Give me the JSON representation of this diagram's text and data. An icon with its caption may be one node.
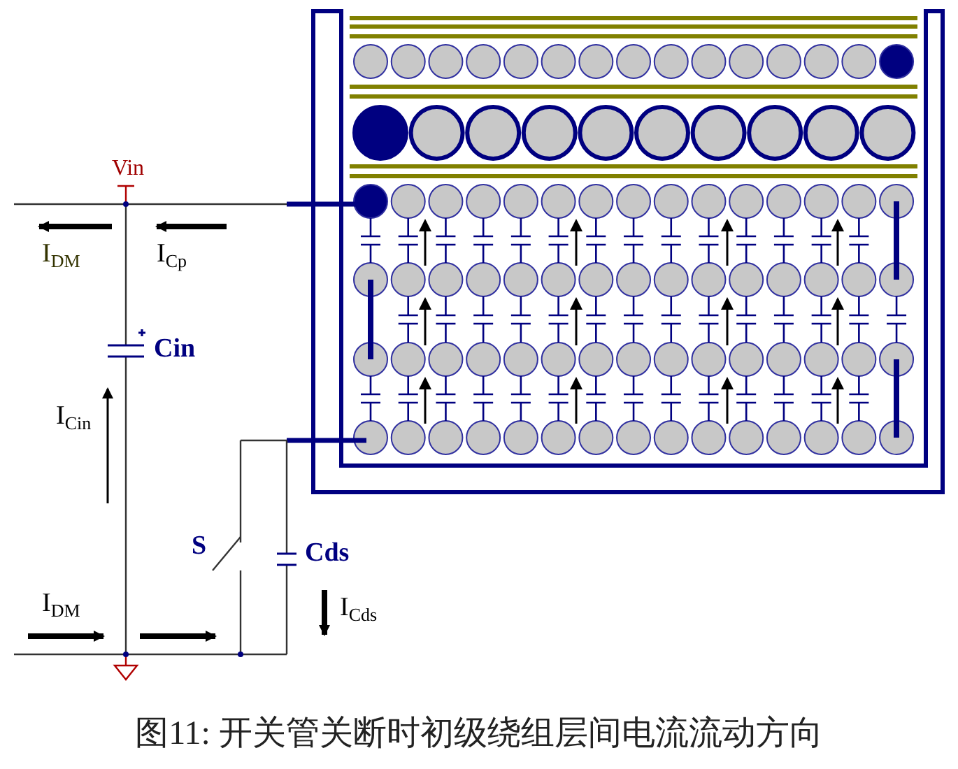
{
  "diagram": {
    "caption": "图11: 开关管关断时初级绕组层间电流流动方向",
    "labels": [
      "Vin",
      "I$_{DM}$",
      "I$_{Cp}$",
      "Cin",
      "I$_{Cin}$",
      "S",
      "Cds",
      "I$_{DM}$",
      "I$_{Cds}$"
    ]
  }
}
